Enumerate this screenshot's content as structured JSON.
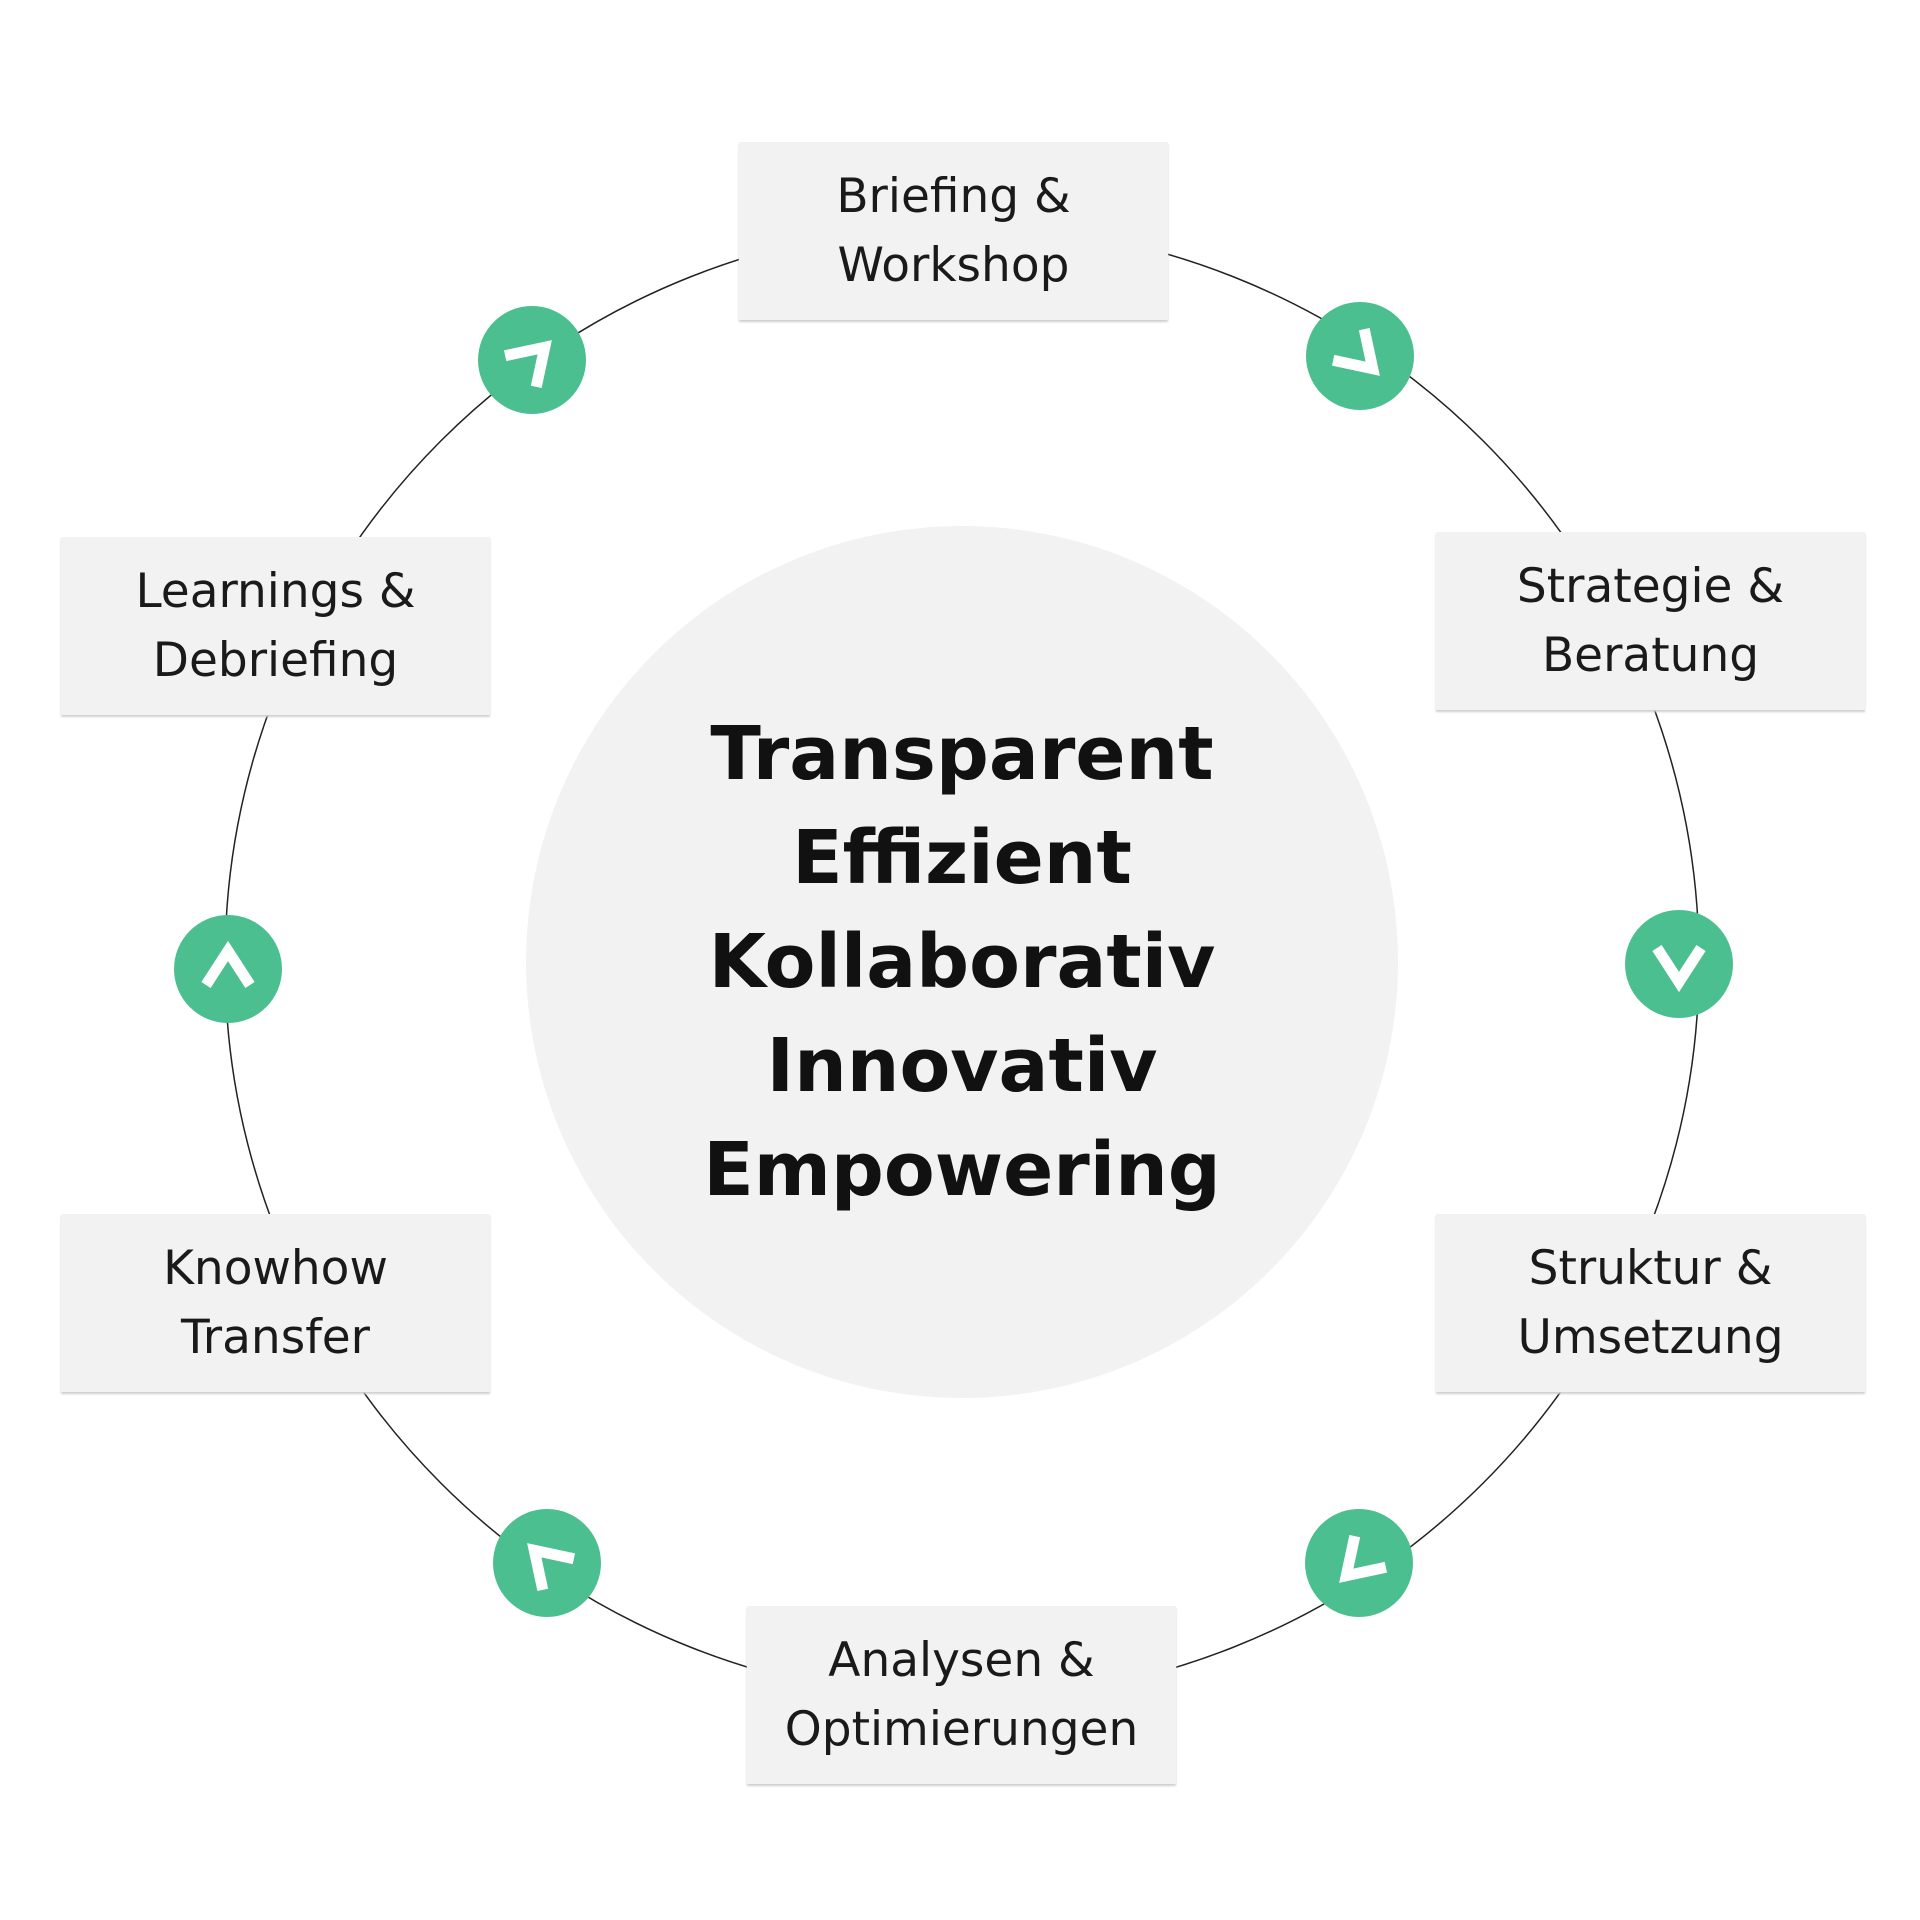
{
  "center_values": [
    "Transparent",
    "Effizient",
    "Kollaborativ",
    "Innovativ",
    "Empowering"
  ],
  "steps": [
    {
      "line1": "Briefing &",
      "line2": "Workshop"
    },
    {
      "line1": "Strategie &",
      "line2": "Beratung"
    },
    {
      "line1": "Struktur &",
      "line2": "Umsetzung"
    },
    {
      "line1": "Analysen &",
      "line2": "Optimierungen"
    },
    {
      "line1": "Knowhow",
      "line2": "Transfer"
    },
    {
      "line1": "Learnings &",
      "line2": "Debriefing"
    }
  ],
  "arrow_icon": "chevron-icon",
  "colors": {
    "accent": "#4bbf8f",
    "box": "#f2f2f2",
    "center": "#f2f2f2"
  }
}
